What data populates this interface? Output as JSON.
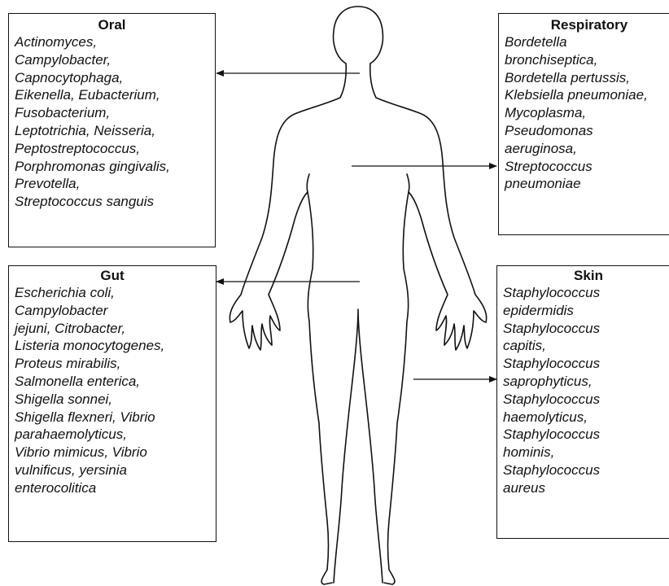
{
  "boxes": {
    "oral": {
      "title": "Oral",
      "lines": [
        "Actinomyces,",
        "Campylobacter,",
        "Capnocytophaga,",
        "Eikenella, Eubacterium,",
        "Fusobacterium,",
        "Leptotrichia, Neisseria,",
        "Peptostreptococcus,",
        "Porphromonas gingivalis,",
        "Prevotella,",
        "Streptococcus sanguis"
      ]
    },
    "respiratory": {
      "title": "Respiratory",
      "lines": [
        "Bordetella",
        "bronchiseptica,",
        "Bordetella pertussis,",
        "Klebsiella pneumoniae,",
        "Mycoplasma,",
        "Pseudomonas",
        "aeruginosa,",
        "Streptococcus",
        "pneumoniae"
      ]
    },
    "gut": {
      "title": "Gut",
      "lines": [
        "Escherichia coli,",
        "Campylobacter",
        "jejuni, Citrobacter,",
        "Listeria monocytogenes,",
        "Proteus mirabilis,",
        "Salmonella enterica,",
        "Shigella sonnei,",
        "Shigella flexneri, Vibrio",
        "parahaemolyticus,",
        "Vibrio mimicus, Vibrio",
        "vulnificus, yersinia",
        "enterocolitica"
      ]
    },
    "skin": {
      "title": "Skin",
      "lines": [
        "Staphylococcus",
        "epidermidis",
        "Staphylococcus",
        "capitis,",
        "Staphylococcus",
        "saprophyticus,",
        "Staphylococcus",
        "haemolyticus,",
        "Staphylococcus",
        "hominis,",
        "Staphylococcus",
        "aureus"
      ]
    }
  }
}
